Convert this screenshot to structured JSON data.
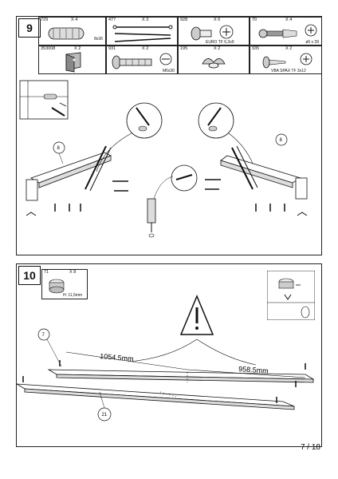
{
  "step9": {
    "number": "9",
    "parts": [
      {
        "code": "729",
        "qty": "X 4",
        "note": "8x36",
        "icon": "dowel-icon"
      },
      {
        "code": "477",
        "qty": "X 3",
        "note": "",
        "icon": "metal-rods-icon"
      },
      {
        "code": "928",
        "qty": "X 6",
        "note": "EURO TF 6,3x9",
        "icon": "euro-screw-icon"
      },
      {
        "code": "70",
        "qty": "X 4",
        "note": "ø5 x 39",
        "icon": "wall-plug-screw-icon"
      },
      {
        "code": "353008",
        "qty": "X 2",
        "note": "",
        "icon": "angle-bracket-icon"
      },
      {
        "code": "931",
        "qty": "X 2",
        "note": "M6x30",
        "icon": "bolt-icon"
      },
      {
        "code": "195",
        "qty": "X 2",
        "note": "",
        "icon": "wing-nut-icon"
      },
      {
        "code": "935",
        "qty": "X 2",
        "note": "VBA SPAX TF 3x12",
        "icon": "spax-screw-icon"
      }
    ],
    "labels": {
      "left_panel": "8",
      "right_panel": "8"
    }
  },
  "step10": {
    "number": "10",
    "part": {
      "code": "71",
      "qty": "X 8",
      "note": "H: 11,5mm",
      "icon": "cam-lock-icon"
    },
    "dim_left": "1054.5mm",
    "dim_right": "958.5mm",
    "label_top_board": "7",
    "label_bottom_board": "21"
  },
  "page": "7 / 18"
}
